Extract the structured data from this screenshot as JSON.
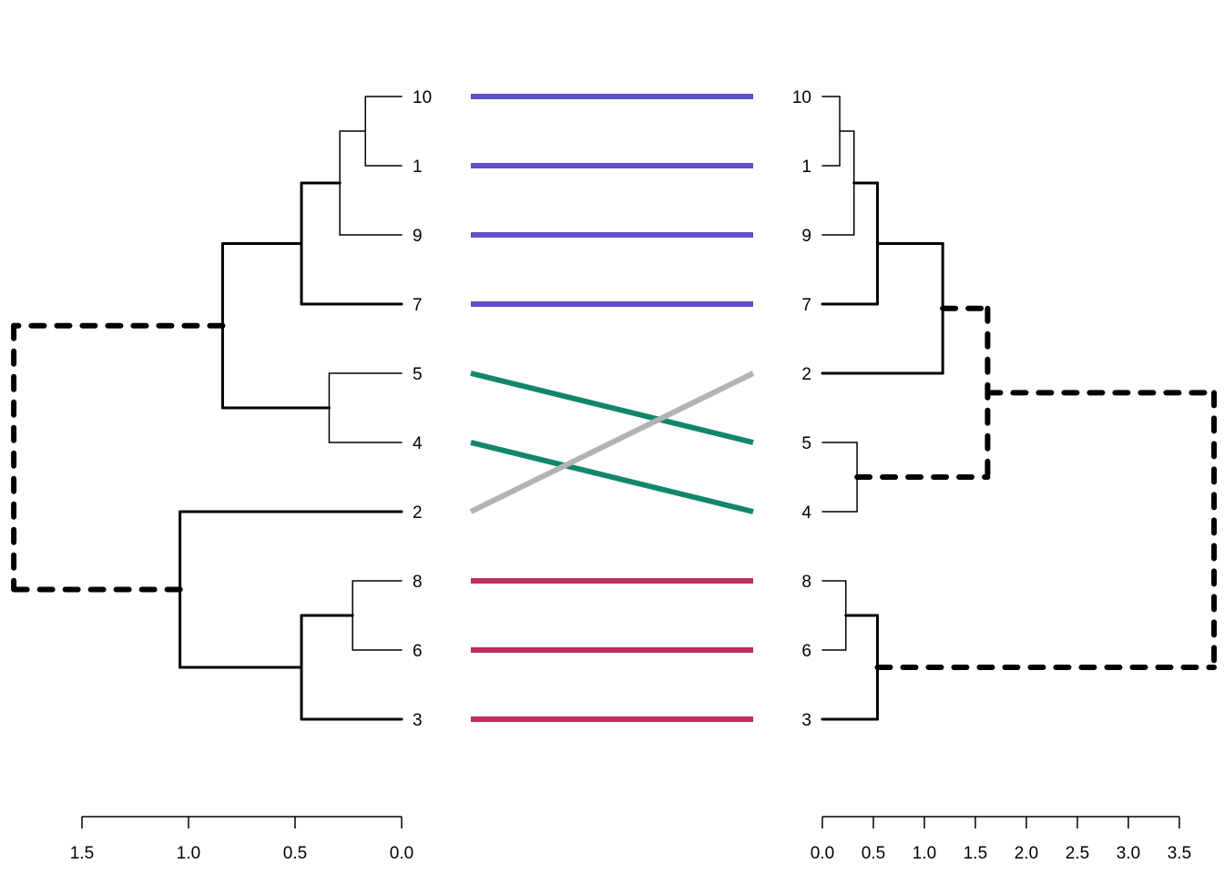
{
  "chart_data": {
    "type": "tanglegram",
    "title": "",
    "left_tree": {
      "leaf_order": [
        "10",
        "1",
        "9",
        "7",
        "5",
        "4",
        "2",
        "8",
        "6",
        "3"
      ],
      "axis_ticks": [
        "1.5",
        "1.0",
        "0.5",
        "0.0"
      ],
      "axis_tick_values": [
        1.5,
        1.0,
        0.5,
        0.0
      ],
      "xlim": [
        1.5,
        0.0
      ],
      "merges": [
        {
          "id": "L1",
          "children": [
            "10",
            "1"
          ],
          "height": 0.17,
          "style": "thin"
        },
        {
          "id": "L2",
          "children": [
            "L1",
            "9"
          ],
          "height": 0.29,
          "style": "thin"
        },
        {
          "id": "L3",
          "children": [
            "L2",
            "7"
          ],
          "height": 0.47,
          "style": "thick"
        },
        {
          "id": "L4",
          "children": [
            "5",
            "4"
          ],
          "height": 0.34,
          "style": "thin"
        },
        {
          "id": "L5",
          "children": [
            "L3",
            "L4"
          ],
          "height": 0.84,
          "style": "thick"
        },
        {
          "id": "L6",
          "children": [
            "8",
            "6"
          ],
          "height": 0.23,
          "style": "thin"
        },
        {
          "id": "L7",
          "children": [
            "L6",
            "3"
          ],
          "height": 0.47,
          "style": "thick"
        },
        {
          "id": "L8",
          "children": [
            "2",
            "L7"
          ],
          "height": 1.04,
          "style": "thick"
        },
        {
          "id": "L9",
          "children": [
            "L5",
            "L8"
          ],
          "height": 1.82,
          "style": "dashed"
        }
      ]
    },
    "right_tree": {
      "leaf_order": [
        "10",
        "1",
        "9",
        "7",
        "2",
        "5",
        "4",
        "8",
        "6",
        "3"
      ],
      "axis_ticks": [
        "0.0",
        "0.5",
        "1.0",
        "1.5",
        "2.0",
        "2.5",
        "3.0",
        "3.5"
      ],
      "axis_tick_values": [
        0.0,
        0.5,
        1.0,
        1.5,
        2.0,
        2.5,
        3.0,
        3.5
      ],
      "xlim": [
        0.0,
        3.5
      ],
      "merges": [
        {
          "id": "R1",
          "children": [
            "10",
            "1"
          ],
          "height": 0.17,
          "style": "thin"
        },
        {
          "id": "R2",
          "children": [
            "R1",
            "9"
          ],
          "height": 0.31,
          "style": "thin"
        },
        {
          "id": "R3",
          "children": [
            "R2",
            "7"
          ],
          "height": 0.54,
          "style": "thick"
        },
        {
          "id": "R4",
          "children": [
            "R3",
            "2"
          ],
          "height": 1.18,
          "style": "thick"
        },
        {
          "id": "R5",
          "children": [
            "5",
            "4"
          ],
          "height": 0.34,
          "style": "thin"
        },
        {
          "id": "R6",
          "children": [
            "R4",
            "R5"
          ],
          "height": 1.62,
          "style": "dashed"
        },
        {
          "id": "R7",
          "children": [
            "8",
            "6"
          ],
          "height": 0.23,
          "style": "thin"
        },
        {
          "id": "R8",
          "children": [
            "R7",
            "3"
          ],
          "height": 0.54,
          "style": "thick"
        },
        {
          "id": "R9",
          "children": [
            "R6",
            "R8"
          ],
          "height": 3.84,
          "style": "dashed"
        }
      ]
    },
    "connections": [
      {
        "leaf": "10",
        "color": "#5E4FCB"
      },
      {
        "leaf": "1",
        "color": "#5E4FCB"
      },
      {
        "leaf": "9",
        "color": "#5E4FCB"
      },
      {
        "leaf": "7",
        "color": "#5E4FCB"
      },
      {
        "leaf": "5",
        "color": "#12866C"
      },
      {
        "leaf": "4",
        "color": "#12866C"
      },
      {
        "leaf": "2",
        "color": "#B3B3B3"
      },
      {
        "leaf": "8",
        "color": "#BE2F5C"
      },
      {
        "leaf": "6",
        "color": "#BE2F5C"
      },
      {
        "leaf": "3",
        "color": "#BE2F5C"
      }
    ]
  }
}
